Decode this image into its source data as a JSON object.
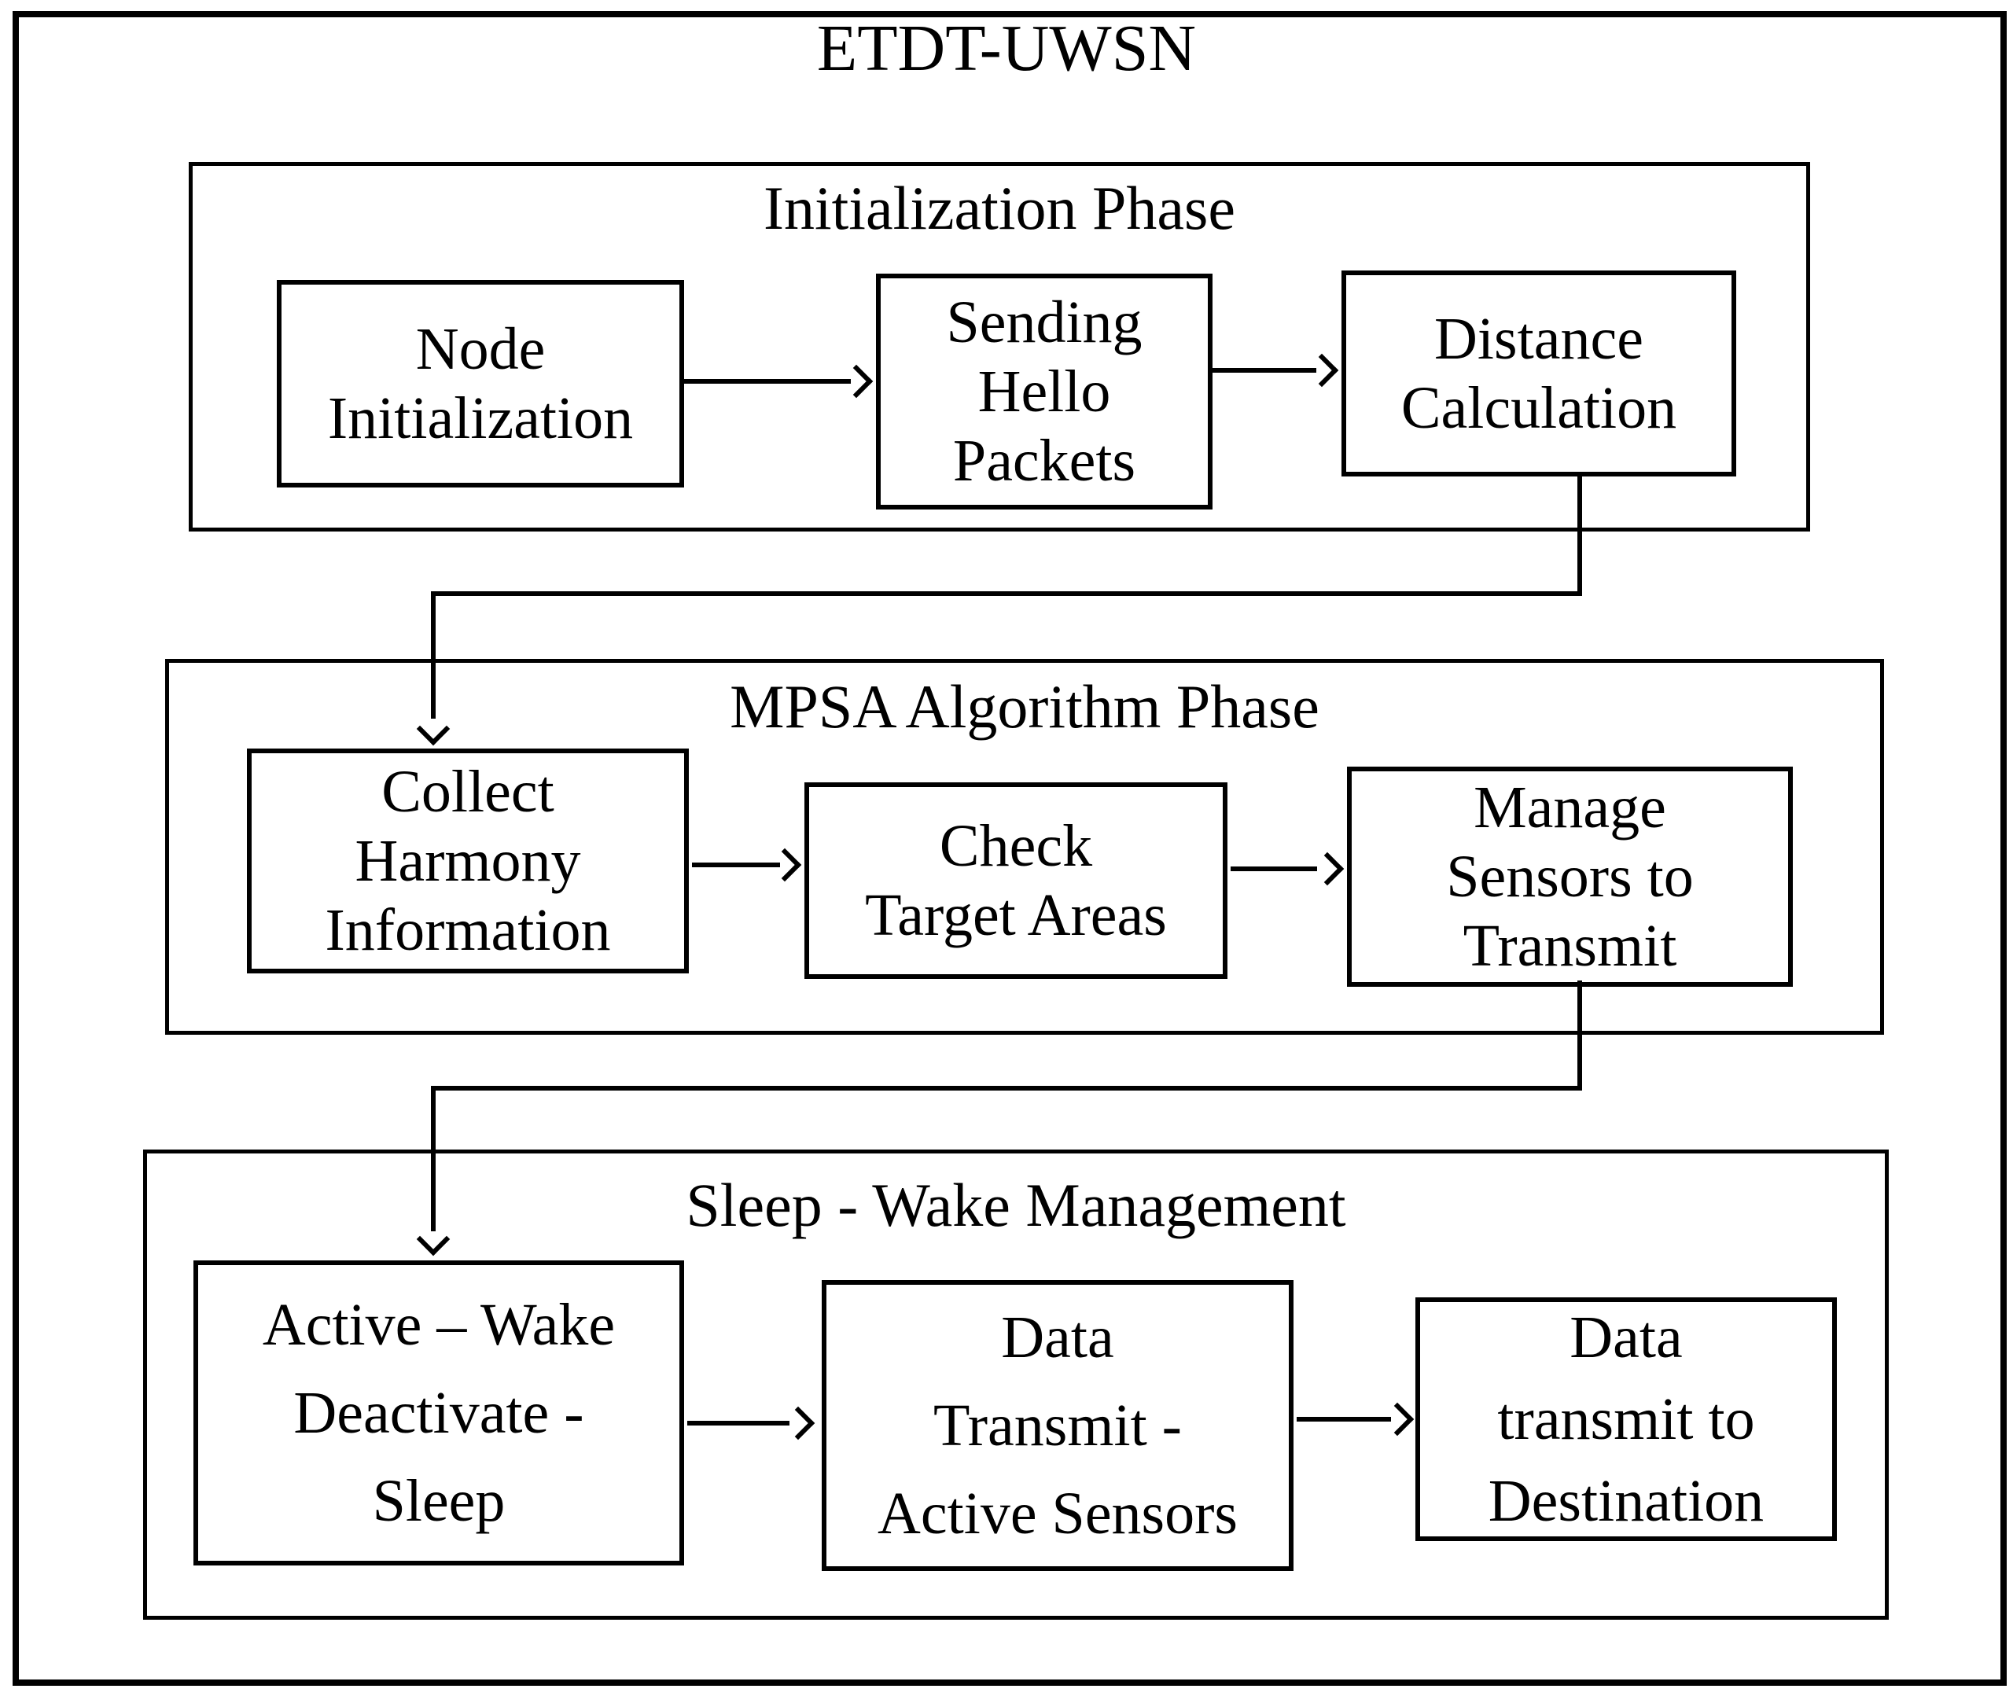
{
  "title": "ETDT-UWSN",
  "colors": {
    "ink": "#000000",
    "paper": "#ffffff"
  },
  "phases": [
    {
      "label": "Initialization Phase",
      "boxes": [
        {
          "label": "Node\nInitialization"
        },
        {
          "label": "Sending\nHello\nPackets"
        },
        {
          "label": "Distance\nCalculation"
        }
      ]
    },
    {
      "label": "MPSA Algorithm Phase",
      "boxes": [
        {
          "label": "Collect\nHarmony\nInformation"
        },
        {
          "label": "Check\nTarget Areas"
        },
        {
          "label": "Manage\nSensors to\nTransmit"
        }
      ]
    },
    {
      "label": "Sleep - Wake Management",
      "boxes": [
        {
          "label": "Active – Wake\nDeactivate -\nSleep"
        },
        {
          "label": "Data\nTransmit -\nActive Sensors"
        },
        {
          "label": "Data\ntransmit to\nDestination"
        }
      ]
    }
  ],
  "edges": [
    {
      "from": "Node Initialization",
      "to": "Sending Hello Packets"
    },
    {
      "from": "Sending Hello Packets",
      "to": "Distance Calculation"
    },
    {
      "from": "Distance Calculation",
      "to": "Collect Harmony Information"
    },
    {
      "from": "Collect Harmony Information",
      "to": "Check Target Areas"
    },
    {
      "from": "Check Target Areas",
      "to": "Manage Sensors to Transmit"
    },
    {
      "from": "Manage Sensors to Transmit",
      "to": "Active – Wake Deactivate - Sleep"
    },
    {
      "from": "Active – Wake Deactivate - Sleep",
      "to": "Data Transmit - Active Sensors"
    },
    {
      "from": "Data Transmit - Active Sensors",
      "to": "Data transmit to Destination"
    }
  ]
}
